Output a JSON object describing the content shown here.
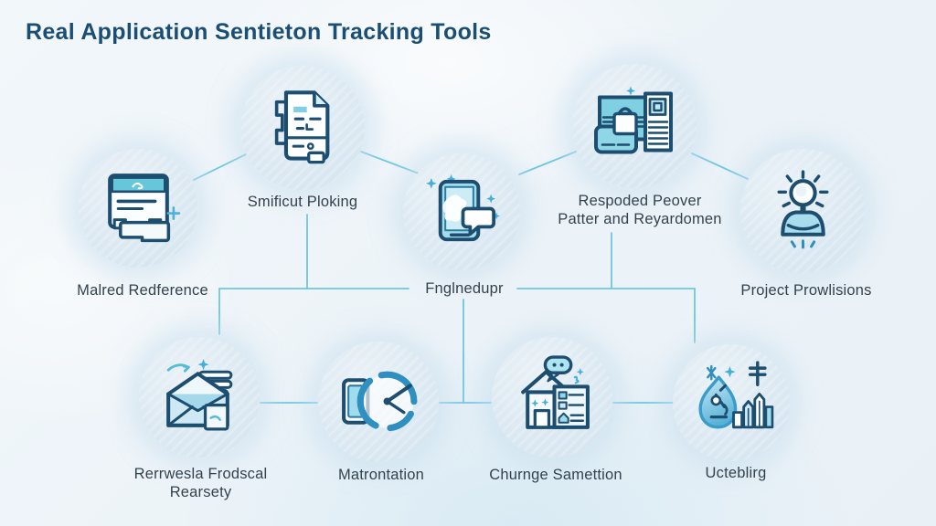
{
  "title": "Real Application Sentieton Tracking Tools",
  "colors": {
    "background": "#eef4f8",
    "title": "#1b4e74",
    "label": "#33424d",
    "connector": "#6fc6e2",
    "icon_outline_navy": "#1d4e70",
    "icon_teal": "#7fd0e2",
    "icon_light_blue": "#a9dcec",
    "accent_blue": "#2e8fc0",
    "node_circle": "#dce9f2"
  },
  "nodes": [
    {
      "id": "reference-card",
      "icon": "browser-card-icon",
      "label_lines": [
        "Malred Redference"
      ]
    },
    {
      "id": "document",
      "icon": "document-icon",
      "label_lines": [
        "Smificut Ploking"
      ]
    },
    {
      "id": "mobile-chat",
      "icon": "phone-chat-icon",
      "label_lines": [
        "Fnglnedupr"
      ]
    },
    {
      "id": "browser-window",
      "icon": "browser-window-icon",
      "label_lines": [
        "Respoded Peover",
        "Patter and Reyardomen"
      ]
    },
    {
      "id": "person-idea",
      "icon": "person-idea-icon",
      "label_lines": [
        "Project Prowlisions"
      ]
    },
    {
      "id": "envelope-report",
      "icon": "envelope-icon",
      "label_lines": [
        "Rerrwesla Frodscal",
        "Rearsety"
      ]
    },
    {
      "id": "gauge",
      "icon": "gauge-icon",
      "label_lines": [
        "Matrontation"
      ]
    },
    {
      "id": "house-checklist",
      "icon": "house-checklist-icon",
      "label_lines": [
        "Churnge Samettion"
      ]
    },
    {
      "id": "drop-chart",
      "icon": "drop-chart-icon",
      "label_lines": [
        "Ucteblirg"
      ]
    }
  ]
}
